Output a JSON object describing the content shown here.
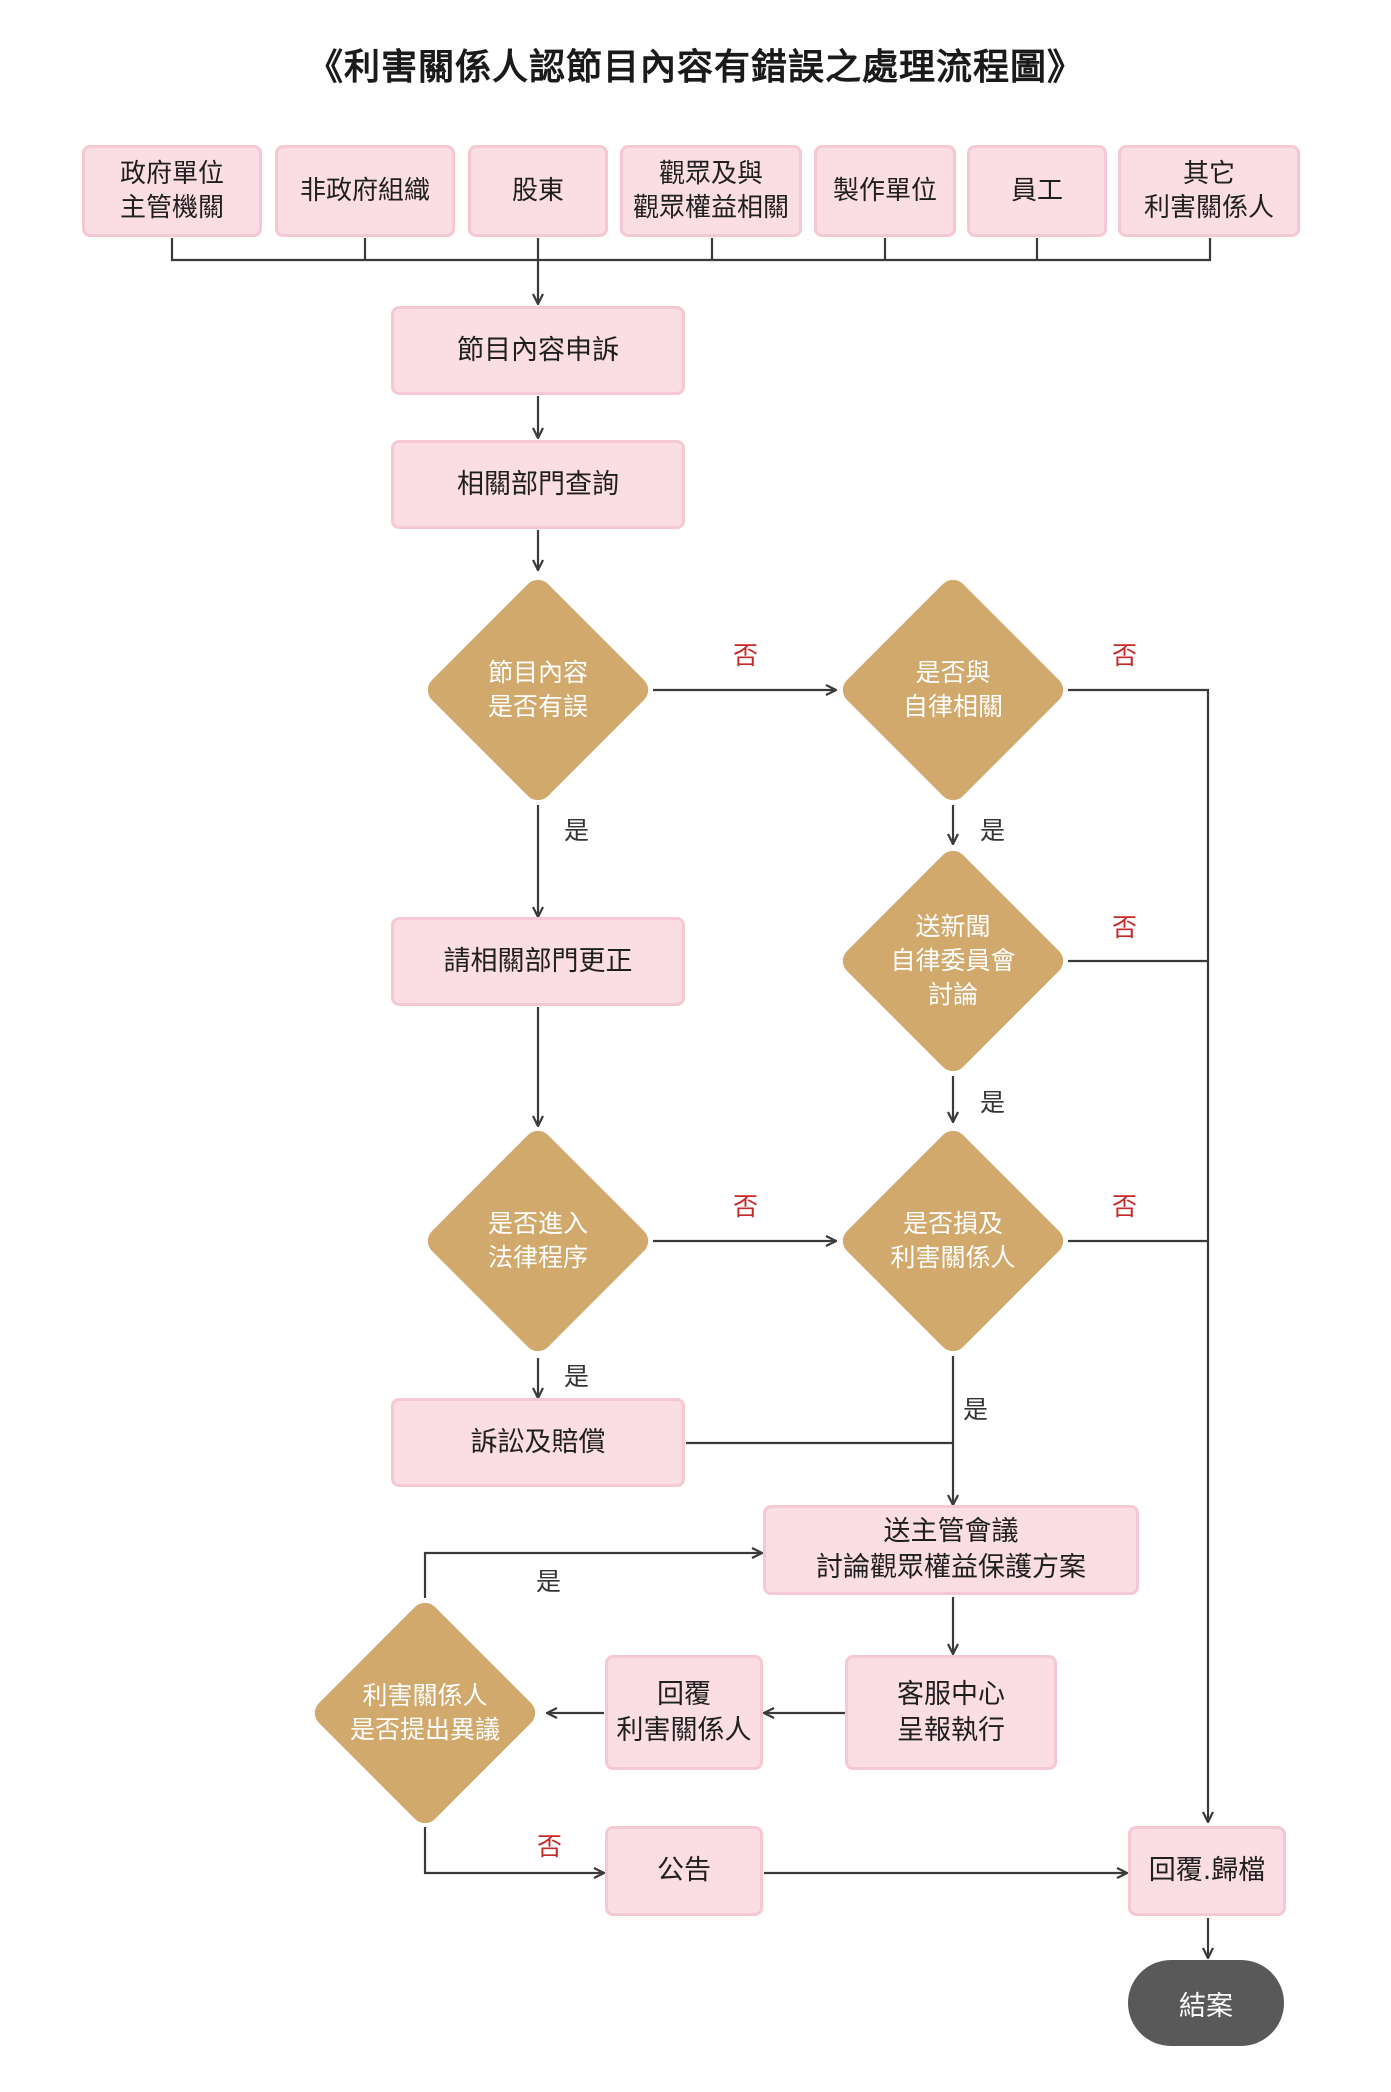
{
  "title": "《利害關係人認節目內容有錯誤之處理流程圖》",
  "sources": [
    {
      "id": "gov",
      "label": "政府單位\n主管機關"
    },
    {
      "id": "ngo",
      "label": "非政府組織"
    },
    {
      "id": "shareholder",
      "label": "股東"
    },
    {
      "id": "audience",
      "label": "觀眾及與\n觀眾權益相關"
    },
    {
      "id": "producer",
      "label": "製作單位"
    },
    {
      "id": "employee",
      "label": "員工"
    },
    {
      "id": "other",
      "label": "其它\n利害關係人"
    }
  ],
  "process": {
    "complaint": "節目內容申訴",
    "dept_inquiry": "相關部門查詢",
    "correction": "請相關部門更正",
    "litigation": "訴訟及賠償",
    "supervisor_meeting": "送主管會議\n討論觀眾權益保護方案",
    "customer_service": "客服中心\n呈報執行",
    "reply_stakeholder": "回覆\n利害關係人",
    "announcement": "公告",
    "reply_archive": "回覆.歸檔"
  },
  "decisions": {
    "content_error": "節目內容\n是否有誤",
    "self_regulation_related": "是否與\n自律相關",
    "news_committee": "送新聞\n自律委員會\n討論",
    "legal_process": "是否進入\n法律程序",
    "harm_stakeholder": "是否損及\n利害關係人",
    "objection": "利害關係人\n是否提出異議"
  },
  "edge_labels": {
    "yes": "是",
    "no": "否"
  },
  "terminal": "結案",
  "colors": {
    "box_fill": "#fbdde4",
    "box_border": "#f4c9d3",
    "decision_fill": "#d1a96c",
    "terminal_fill": "#595959",
    "line": "#3a3a3a",
    "no_label": "#c62828"
  }
}
